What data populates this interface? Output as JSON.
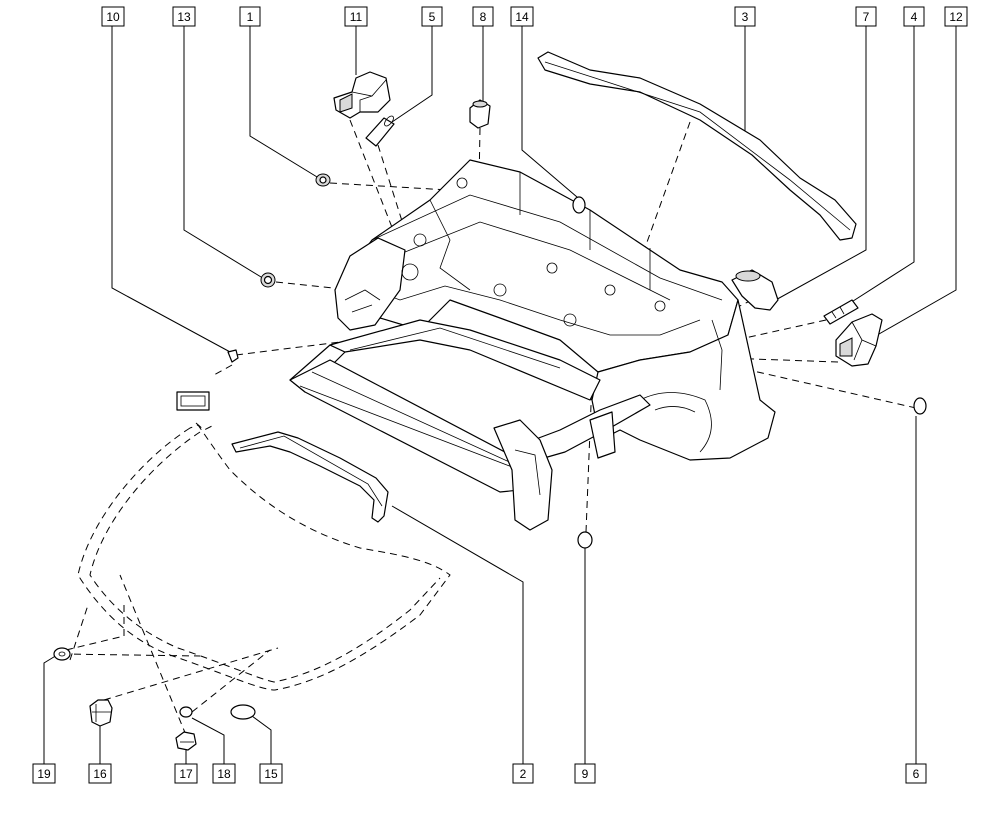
{
  "callouts": {
    "top": [
      "10",
      "13",
      "1",
      "11",
      "5",
      "8",
      "14",
      "3",
      "7",
      "4",
      "12"
    ],
    "bottom": [
      "19",
      "16",
      "17",
      "18",
      "15",
      "2",
      "9",
      "6"
    ]
  }
}
